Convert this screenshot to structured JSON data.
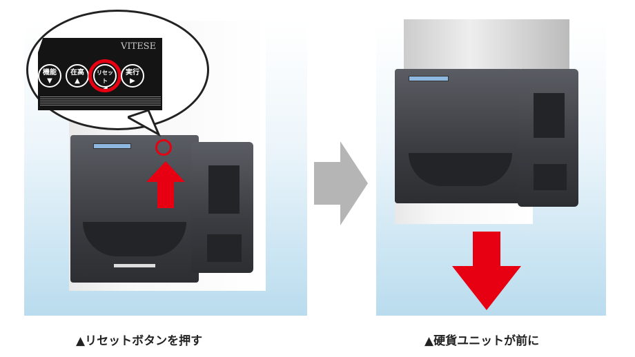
{
  "captions": {
    "left": "▲リセットボタンを押す",
    "right": "▲硬貨ユニットが前に"
  },
  "keypad": {
    "brand": "VITESE",
    "buttons": [
      {
        "label": "機能",
        "arrow": "▼"
      },
      {
        "label": "在高",
        "arrow": "▲"
      },
      {
        "label": "リセット",
        "arrow": "◀"
      },
      {
        "label": "実行",
        "arrow": "▶"
      }
    ]
  },
  "colors": {
    "highlight": "#e60012",
    "arrow_gray": "#b5b5b5"
  }
}
